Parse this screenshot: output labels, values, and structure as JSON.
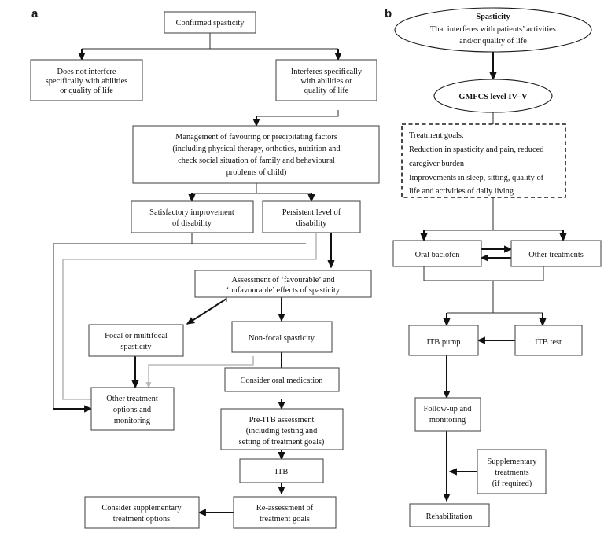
{
  "figure": {
    "background": "#ffffff",
    "stroke_black": "#111111",
    "stroke_grey": "#b9b9b9",
    "box_stroke": "#4d4d4d"
  },
  "panel_a": {
    "letter": "a",
    "nodes": {
      "confirmed_spasticity": {
        "lines": [
          "Confirmed spasticity"
        ]
      },
      "does_not_interfere": {
        "lines": [
          "Does not interfere",
          "specifically with abilities",
          "or quality of life"
        ]
      },
      "interferes": {
        "lines": [
          "Interferes specifically",
          "with abilities or",
          "quality of life"
        ]
      },
      "management": {
        "lines": [
          "Management of favouring or precipitating factors",
          "(including physical therapy, orthotics, nutrition and",
          "check social situation of family and behavioural",
          "problems of child)"
        ]
      },
      "satisfactory": {
        "lines": [
          "Satisfactory improvement",
          "of disability"
        ]
      },
      "persistent": {
        "lines": [
          "Persistent level of",
          "disability"
        ]
      },
      "assessment": {
        "lines": [
          "Assessment of ‘favourable’ and",
          "‘unfavourable’ effects of spasticity"
        ]
      },
      "focal": {
        "lines": [
          "Focal or multifocal",
          "spasticity"
        ]
      },
      "non_focal": {
        "lines": [
          "Non-focal spasticity"
        ]
      },
      "other_treatment": {
        "lines": [
          "Other treatment",
          "options and",
          "monitoring"
        ]
      },
      "consider_oral": {
        "lines": [
          "Consider oral medication"
        ]
      },
      "pre_itb": {
        "lines": [
          "Pre-ITB assessment",
          "(including testing and",
          "setting of treatment goals)"
        ]
      },
      "itb": {
        "lines": [
          "ITB"
        ]
      },
      "reassessment": {
        "lines": [
          "Re-assessment of",
          "treatment goals"
        ]
      },
      "consider_supplementary": {
        "lines": [
          "Consider supplementary",
          "treatment options"
        ]
      }
    }
  },
  "panel_b": {
    "letter": "b",
    "nodes": {
      "spasticity_oval": {
        "lines": [
          "Spasticity",
          "That interferes with patients’ activities",
          "and/or quality of life"
        ],
        "bold_first": true
      },
      "gmfcs_oval": {
        "lines": [
          "GMFCS level IV–V"
        ],
        "bold_first": true
      },
      "treatment_goals": {
        "lines": [
          "Treatment goals:",
          "Reduction in spasticity and pain, reduced",
          "caregiver burden",
          "Improvements in sleep, sitting, quality of",
          "life and activities of daily living"
        ]
      },
      "oral_baclofen": {
        "lines": [
          "Oral baclofen"
        ]
      },
      "other_treatments": {
        "lines": [
          "Other treatments"
        ]
      },
      "itb_pump": {
        "lines": [
          "ITB pump"
        ]
      },
      "itb_test": {
        "lines": [
          "ITB test"
        ]
      },
      "follow_up": {
        "lines": [
          "Follow-up and",
          "monitoring"
        ]
      },
      "supplementary": {
        "lines": [
          "Supplementary",
          "treatments",
          "(if required)"
        ]
      },
      "rehabilitation": {
        "lines": [
          "Rehabilitation"
        ]
      }
    }
  }
}
